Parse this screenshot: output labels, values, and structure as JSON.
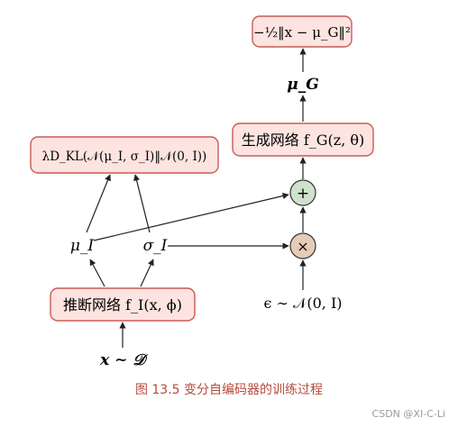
{
  "nodes": {
    "loss_recon": "−½‖x − μ_G‖²",
    "mu_G": "μ_G",
    "generator": "生成网络 f_G(z, θ)",
    "plus": "+",
    "kl_term": "λD_KL(𝒩(μ_I, σ_I)‖𝒩(0, I))",
    "mu_I": "μ_I",
    "sigma_I": "σ_I",
    "times": "×",
    "encoder": "推断网络 f_I(x, ϕ)",
    "epsilon": "ϵ ∼ 𝒩(0, I)",
    "input": "x ∼ 𝒟"
  },
  "caption": "图 13.5   变分自编码器的训练过程",
  "watermark": "CSDN @XI-C-Li",
  "colors": {
    "box_fill": "#fde4e1",
    "box_stroke": "#c95b55",
    "plus_fill": "#cfe3cc",
    "times_fill": "#e6cbb6",
    "caption": "#b84a3a"
  }
}
